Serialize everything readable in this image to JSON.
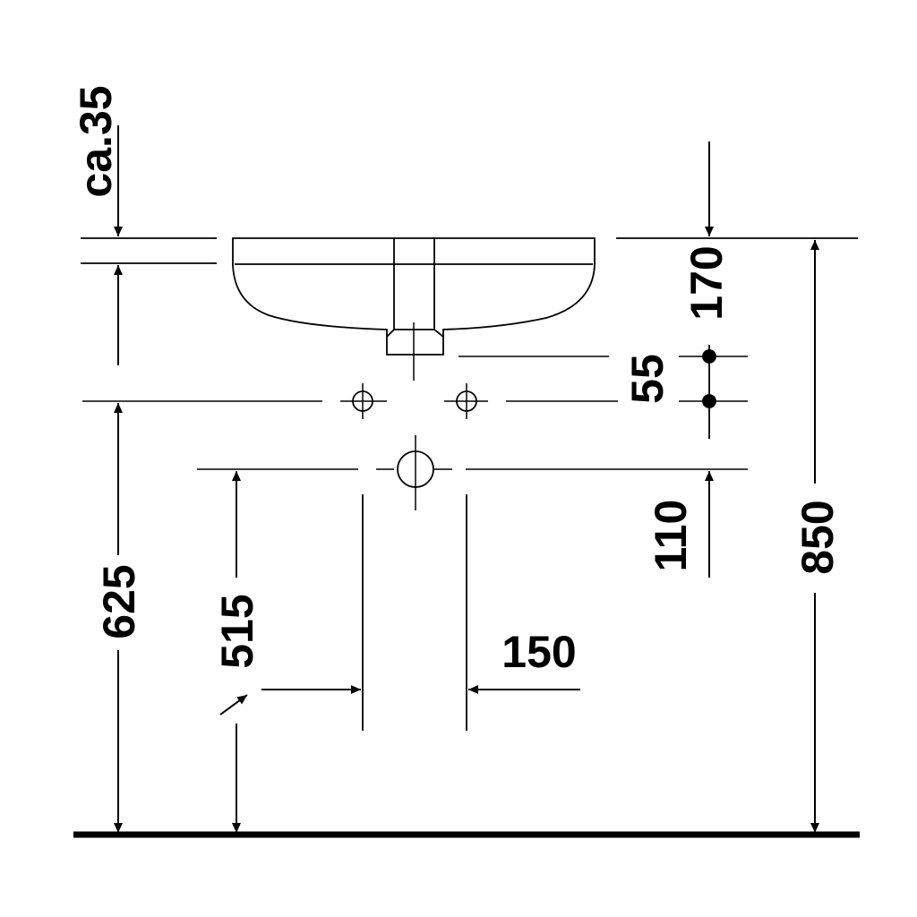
{
  "dimensions": {
    "top_gap": "ca.35",
    "basin_to_hole": "170",
    "tap_spacing": "55",
    "hole_to_drain": "110",
    "floor_to_holes": "625",
    "floor_to_drain": "515",
    "drain_width": "150",
    "total_height": "850"
  },
  "colors": {
    "ink": "#000000",
    "background": "#ffffff"
  }
}
